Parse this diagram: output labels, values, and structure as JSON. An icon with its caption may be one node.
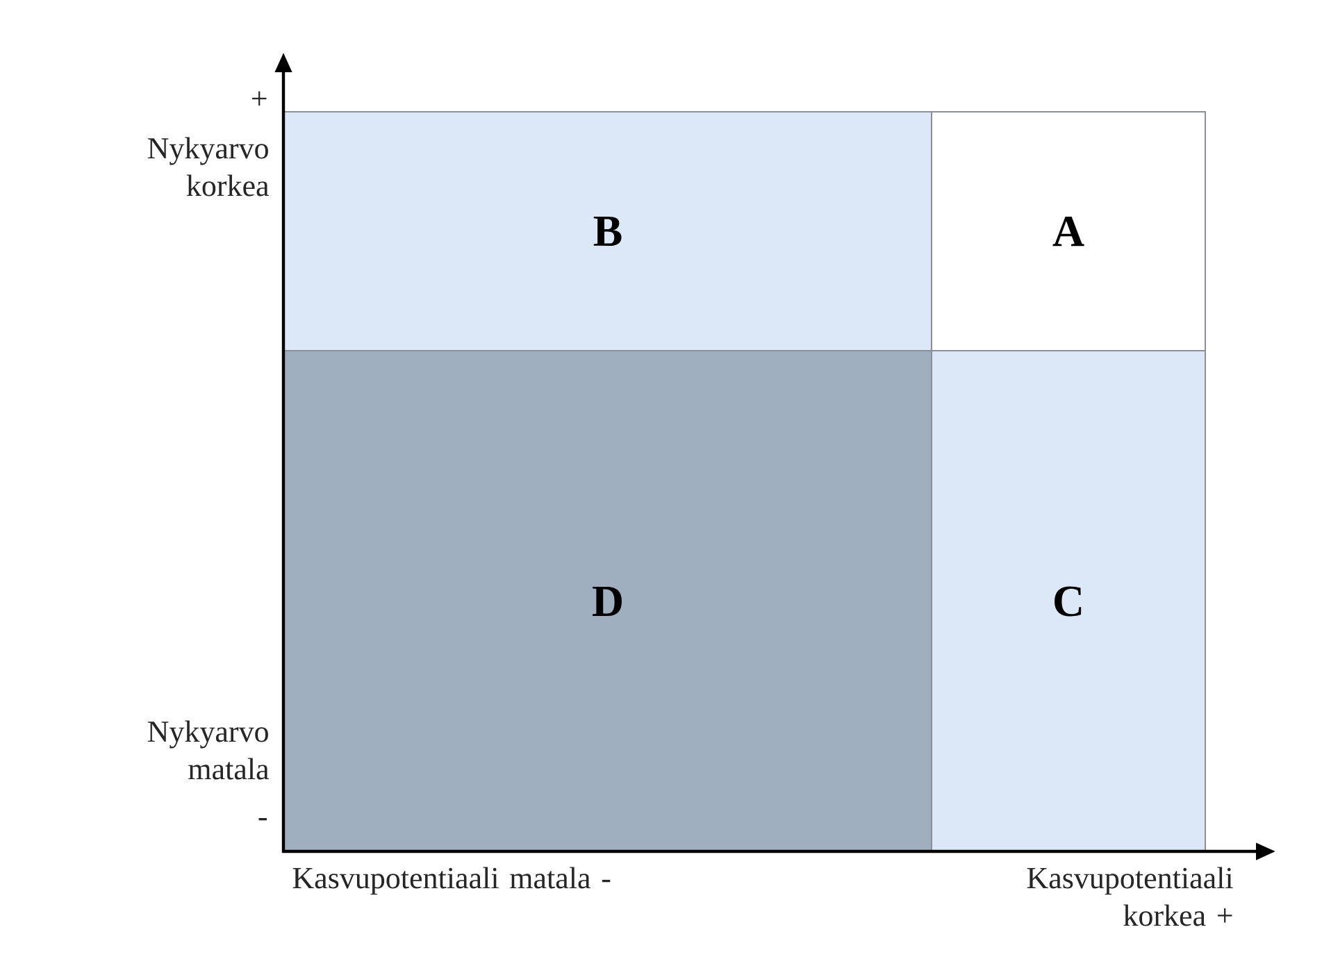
{
  "diagram": {
    "nodes": [
      {
        "text": [
          "B"
        ]
      },
      {
        "text": [
          "A"
        ]
      },
      {
        "text": [
          "D"
        ]
      },
      {
        "text": [
          "C"
        ]
      }
    ],
    "labels": [
      "+",
      "Nykyarvo korkea",
      "Nykyarvo matala",
      "-",
      "Kasvupotentiaali matala -",
      "Kasvupotentiaali korkea +"
    ]
  }
}
